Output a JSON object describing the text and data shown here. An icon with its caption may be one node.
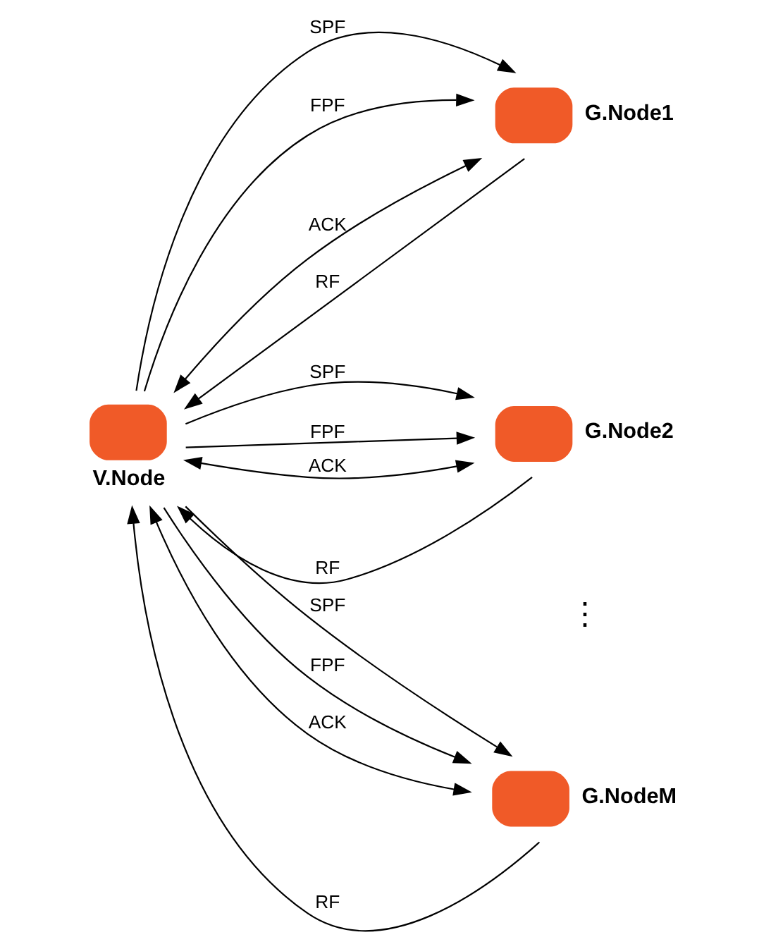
{
  "diagram": {
    "nodes": [
      {
        "text": [
          "V.Node"
        ]
      },
      {
        "text": [
          "G.Node1"
        ]
      },
      {
        "text": [
          "G.Node2"
        ]
      },
      {
        "text": [
          "G.NodeM"
        ]
      }
    ],
    "edges": [
      {
        "from": 0,
        "to": 1,
        "arrow": "to",
        "label": "SPF"
      },
      {
        "from": 1,
        "to": 0,
        "arrow": "to",
        "label": "RF"
      },
      {
        "from": 0,
        "to": 1,
        "arrow": "to",
        "label": "FPF"
      },
      {
        "from": 0,
        "to": 1,
        "arrow": "both",
        "label": "ACK"
      },
      {
        "from": 0,
        "to": 2,
        "arrow": "to",
        "label": "SPF"
      },
      {
        "from": 2,
        "to": 0,
        "arrow": "to",
        "label": "RF"
      },
      {
        "from": 0,
        "to": 2,
        "arrow": "to",
        "label": "FPF"
      },
      {
        "from": 0,
        "to": 2,
        "arrow": "both",
        "label": "ACK"
      },
      {
        "from": 0,
        "to": 3,
        "arrow": "to",
        "label": "SPF"
      },
      {
        "from": 3,
        "to": 0,
        "arrow": "to",
        "label": "RF"
      },
      {
        "from": 0,
        "to": 3,
        "arrow": "to",
        "label": "FPF"
      },
      {
        "from": 0,
        "to": 3,
        "arrow": "both",
        "label": "ACK"
      }
    ],
    "labels": [
      "⋮"
    ]
  }
}
